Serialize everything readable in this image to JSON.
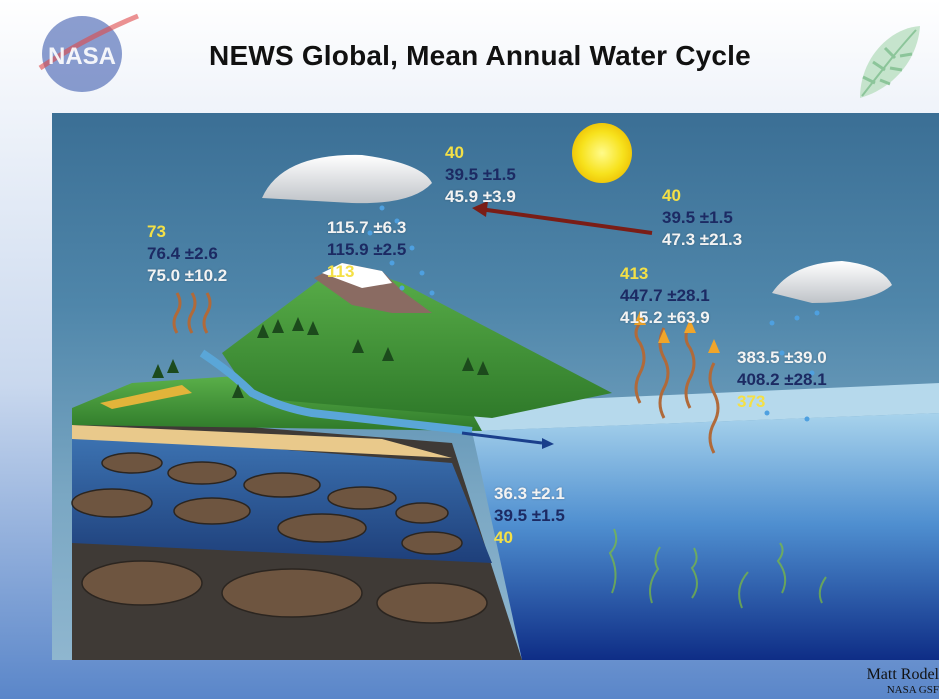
{
  "title": "NEWS Global, Mean Annual Water Cycle",
  "logo_text": "NASA",
  "credit": {
    "name": "Matt Rodel",
    "org": "NASA GSF"
  },
  "fluxes": {
    "land_evap": {
      "a": "73",
      "b": "76.4 ±2.6",
      "c": "75.0 ±10.2"
    },
    "land_precip": {
      "a": "115.7 ±6.3",
      "b": "115.9 ±2.5",
      "c": "113"
    },
    "transport": {
      "a": "40",
      "b": "39.5 ±1.5",
      "c": "45.9 ±3.9"
    },
    "ocean_transport": {
      "a": "40",
      "b": "39.5 ±1.5",
      "c": "47.3 ±21.3"
    },
    "ocean_evap": {
      "a": "413",
      "b": "447.7 ±28.1",
      "c": "415.2 ±63.9"
    },
    "ocean_precip": {
      "a": "383.5 ±39.0",
      "b": "408.2 ±28.1",
      "c": "373"
    },
    "runoff": {
      "a": "36.3 ±2.1",
      "b": "39.5 ±1.5",
      "c": "40"
    }
  },
  "colors": {
    "yellow": "#f4e046",
    "navy": "#1c2a63",
    "white": "#f3f3f3"
  }
}
